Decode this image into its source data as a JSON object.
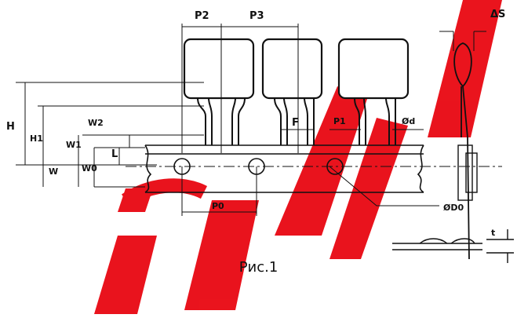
{
  "caption": "Рис.1",
  "watermark": {
    "text": "riar",
    "color": "#e8000a"
  },
  "dimension_labels": {
    "p2": "P2",
    "p3": "P3",
    "delta_s": "ΔS",
    "h": "H",
    "h1": "H1",
    "w2": "W2",
    "w1": "W1",
    "w0": "W0",
    "w": "W",
    "l": "L",
    "f": "F",
    "p1": "P1",
    "d": "Ød",
    "p0": "P0",
    "d0": "ØD0",
    "t": "t"
  }
}
